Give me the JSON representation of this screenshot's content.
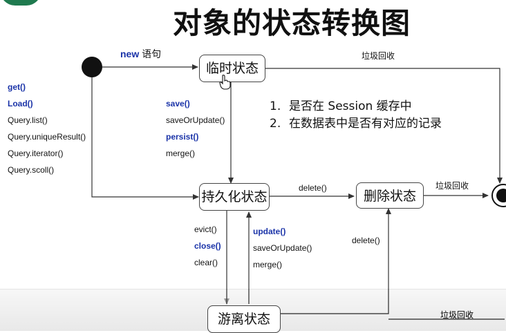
{
  "title": "对象的状态转换图",
  "states": {
    "transient": "临时状态",
    "persistent": "持久化状态",
    "removed": "删除状态",
    "detached": "游离状态"
  },
  "labels": {
    "new_keyword": "new",
    "new_suffix": "语句",
    "gc_top": "垃圾回收",
    "gc_mid": "垃圾回收",
    "gc_bottom": "垃圾回收",
    "delete_right": "delete()",
    "delete_up": "delete()"
  },
  "left_methods": [
    {
      "text": "get()",
      "blue": true
    },
    {
      "text": "Load()",
      "blue": true
    },
    {
      "text": "Query.list()",
      "blue": false
    },
    {
      "text": "Query.uniqueResult()",
      "blue": false
    },
    {
      "text": "Query.iterator()",
      "blue": false
    },
    {
      "text": "Query.scoll()",
      "blue": false
    }
  ],
  "save_methods": [
    {
      "text": "save()",
      "blue": true
    },
    {
      "text": "saveOrUpdate()",
      "blue": false
    },
    {
      "text": "persist()",
      "blue": true
    },
    {
      "text": "merge()",
      "blue": false
    }
  ],
  "detach_methods": [
    {
      "text": "evict()",
      "blue": false
    },
    {
      "text": "close()",
      "blue": true
    },
    {
      "text": "clear()",
      "blue": false
    }
  ],
  "reattach_methods": [
    {
      "text": "update()",
      "blue": true
    },
    {
      "text": "saveOrUpdate()",
      "blue": false
    },
    {
      "text": "merge()",
      "blue": false
    }
  ],
  "notes": [
    {
      "num": "1.",
      "text": "是否在 Session 缓存中"
    },
    {
      "num": "2.",
      "text": "在数据表中是否有对应的记录"
    }
  ],
  "colors": {
    "blue_text": "#1a33a8",
    "line": "#333333",
    "logo": "#1f7a4f"
  }
}
